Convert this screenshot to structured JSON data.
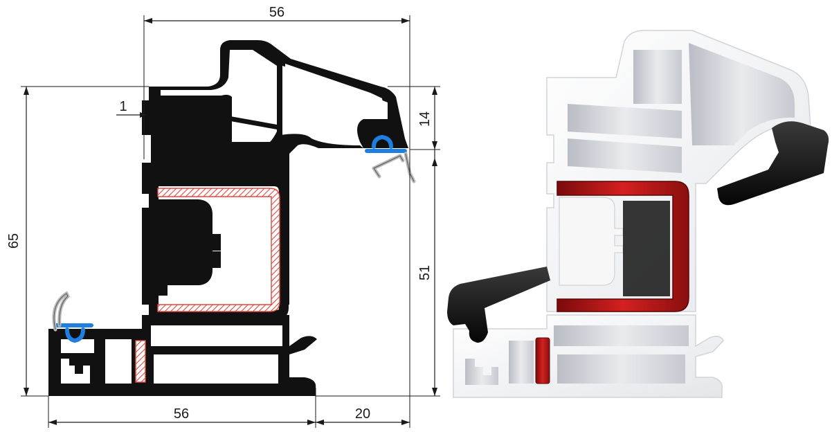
{
  "dimensions": {
    "top_width": "56",
    "bottom_width": "56",
    "bottom_overhang": "20",
    "total_height": "65",
    "upper_height": "14",
    "lower_height": "51",
    "small_gap": "1"
  },
  "colors": {
    "profile": "#111111",
    "gasket_blue": "#1e7fe0",
    "seal_grey": "#b8b8b8",
    "reinforcement_red": "#e0463c",
    "pvc_white": "#f2f2f2",
    "pvc_shadow": "#c9ccd2",
    "rubber_black": "#141414",
    "steel_red": "#b81818"
  }
}
